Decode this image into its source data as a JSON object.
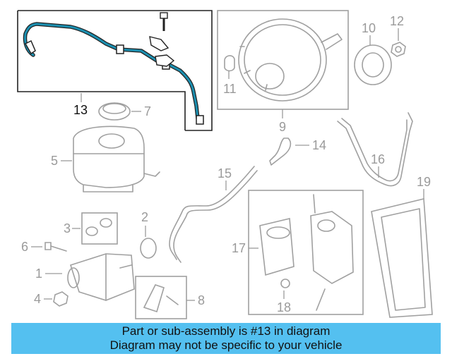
{
  "callouts": {
    "c1": "1",
    "c2": "2",
    "c3": "3",
    "c4": "4",
    "c5": "5",
    "c6": "6",
    "c7": "7",
    "c8": "8",
    "c9": "9",
    "c10": "10",
    "c11": "11",
    "c12": "12",
    "c13": "13",
    "c14": "14",
    "c15": "15",
    "c16": "16",
    "c17": "17",
    "c18": "18",
    "c19": "19"
  },
  "highlighted_part": "13",
  "colors": {
    "highlight": "#1b8fb0",
    "banner": "#54c0f0",
    "part_outline": "#a0a0a0"
  },
  "banner": {
    "line1": "Part or sub-assembly is #13 in diagram",
    "line2": "Diagram may not be specific to your vehicle"
  }
}
